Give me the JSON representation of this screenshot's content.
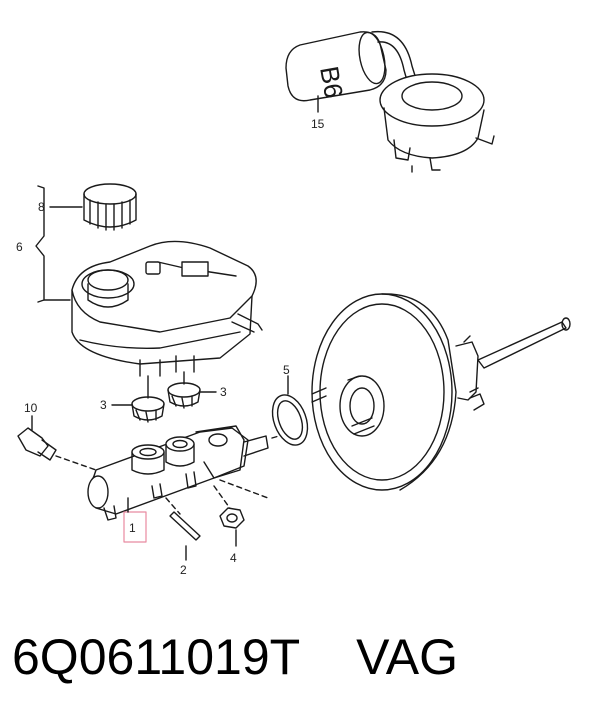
{
  "diagram": {
    "callouts": [
      "1",
      "2",
      "3",
      "3",
      "4",
      "5",
      "6",
      "8",
      "10",
      "15"
    ],
    "reservoir_cap_text": "B6",
    "highlight_color": "#e88aa0",
    "line_color": "#1a1a1a"
  },
  "footer": {
    "part_number": "6Q0611019T",
    "brand": "VAG"
  }
}
